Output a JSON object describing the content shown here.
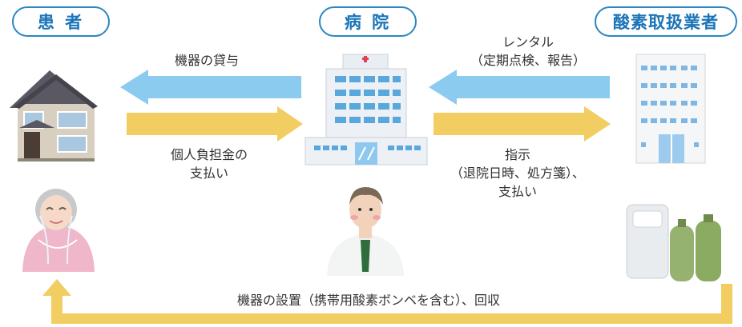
{
  "headers": {
    "patient": "患 者",
    "hospital": "病 院",
    "supplier": "酸素取扱業者"
  },
  "flows": {
    "equipment_loan": "機器の貸与",
    "copay_line1": "個人負担金の",
    "copay_line2": "支払い",
    "rental_line1": "レンタル",
    "rental_line2": "（定期点検、報告）",
    "instruction_line1": "指示",
    "instruction_line2": "（退院日時、処方箋）、",
    "instruction_line3": "支払い",
    "installation": "機器の設置（携帯用酸素ボンベを含む）、回収"
  },
  "colors": {
    "blue_arrow": "#8ccbf0",
    "yellow_arrow": "#f2cd62",
    "header_border": "#2a86c4",
    "header_text": "#1a74b8"
  },
  "icons": {
    "patient_house": "house-icon",
    "hospital_building": "hospital-icon",
    "supplier_building": "office-building-icon",
    "patient_person": "elderly-patient-icon",
    "doctor": "doctor-icon",
    "oxygen_equipment": "oxygen-concentrator-icon"
  }
}
